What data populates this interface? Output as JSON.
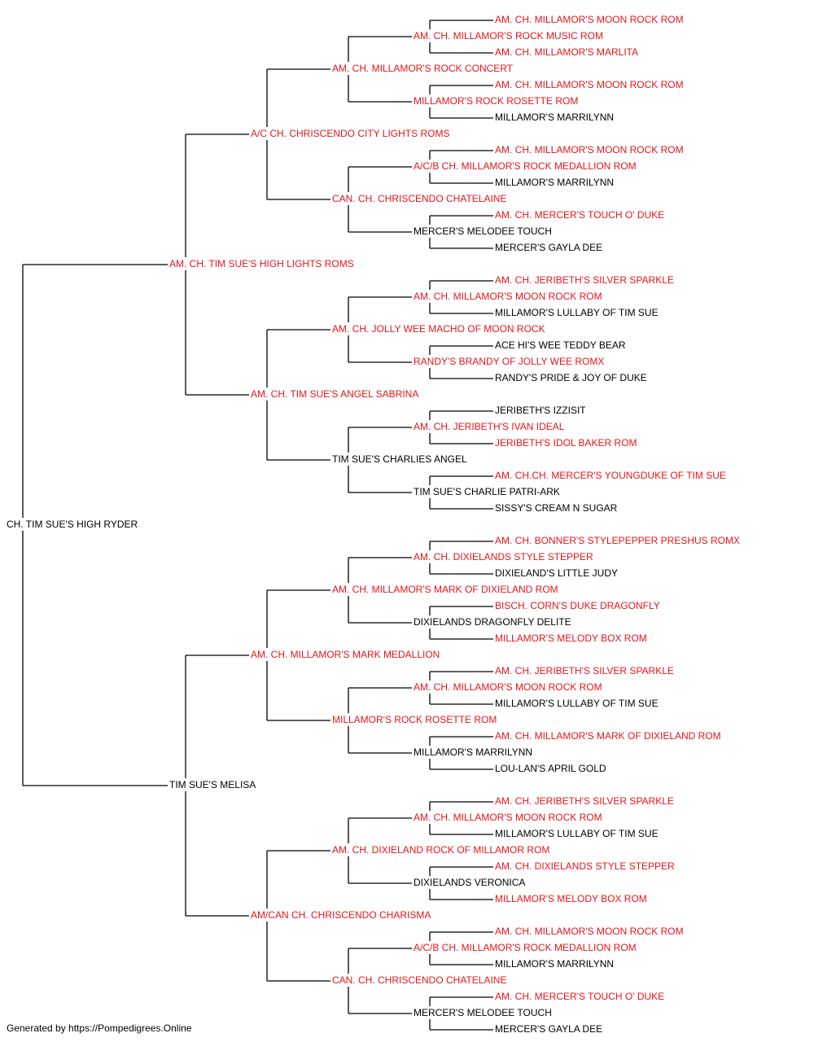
{
  "colors": {
    "titled": "#e8141a",
    "plain": "#000000",
    "line": "#000000"
  },
  "subject": {
    "name": "CH. TIM SUE'S HIGH RYDER",
    "titled": false
  },
  "sire": {
    "name": "AM. CH. TIM SUE'S HIGH LIGHTS ROMS",
    "titled": true
  },
  "dam": {
    "name": "TIM SUE'S MELISA",
    "titled": false
  },
  "gen3": [
    {
      "name": "A/C CH. CHRISCENDO CITY LIGHTS ROMS",
      "titled": true
    },
    {
      "name": "AM. CH. TIM SUE'S ANGEL SABRINA",
      "titled": true
    },
    {
      "name": "AM. CH. MILLAMOR'S MARK MEDALLION",
      "titled": true
    },
    {
      "name": "AM/CAN CH. CHRISCENDO CHARISMA",
      "titled": true
    }
  ],
  "gen4": [
    {
      "name": "AM. CH. MILLAMOR'S ROCK CONCERT",
      "titled": true
    },
    {
      "name": "CAN. CH. CHRISCENDO CHATELAINE",
      "titled": true
    },
    {
      "name": "AM. CH. JOLLY WEE MACHO OF MOON ROCK",
      "titled": true
    },
    {
      "name": "TIM SUE'S CHARLIES ANGEL",
      "titled": false
    },
    {
      "name": "AM. CH. MILLAMOR'S MARK OF DIXIELAND ROM",
      "titled": true
    },
    {
      "name": "MILLAMOR'S ROCK ROSETTE ROM",
      "titled": true
    },
    {
      "name": "AM. CH. DIXIELAND ROCK OF MILLAMOR ROM",
      "titled": true
    },
    {
      "name": "CAN. CH. CHRISCENDO CHATELAINE",
      "titled": true
    }
  ],
  "gen5": [
    {
      "name": "AM. CH. MILLAMOR'S ROCK MUSIC ROM",
      "titled": true
    },
    {
      "name": "MILLAMOR'S ROCK ROSETTE ROM",
      "titled": true
    },
    {
      "name": "A/C/B CH. MILLAMOR'S ROCK MEDALLION ROM",
      "titled": true
    },
    {
      "name": "MERCER'S MELODEE TOUCH",
      "titled": false
    },
    {
      "name": "AM. CH. MILLAMOR'S MOON ROCK ROM",
      "titled": true
    },
    {
      "name": "RANDY'S BRANDY OF JOLLY WEE ROMX",
      "titled": true
    },
    {
      "name": "AM. CH. JERIBETH'S IVAN IDEAL",
      "titled": true
    },
    {
      "name": "TIM SUE'S CHARLIE PATRI-ARK",
      "titled": false
    },
    {
      "name": "AM. CH. DIXIELANDS STYLE STEPPER",
      "titled": true
    },
    {
      "name": "DIXIELANDS DRAGONFLY DELITE",
      "titled": false
    },
    {
      "name": "AM. CH. MILLAMOR'S MOON ROCK ROM",
      "titled": true
    },
    {
      "name": "MILLAMOR'S MARRILYNN",
      "titled": false
    },
    {
      "name": "AM. CH. MILLAMOR'S MOON ROCK ROM",
      "titled": true
    },
    {
      "name": "DIXIELANDS VERONICA",
      "titled": false
    },
    {
      "name": "A/C/B CH. MILLAMOR'S ROCK MEDALLION ROM",
      "titled": true
    },
    {
      "name": "MERCER'S MELODEE TOUCH",
      "titled": false
    }
  ],
  "gen6": [
    {
      "name": "AM. CH. MILLAMOR'S MOON ROCK ROM",
      "titled": true
    },
    {
      "name": "AM. CH. MILLAMOR'S MARLITA",
      "titled": true
    },
    {
      "name": "AM. CH. MILLAMOR'S MOON ROCK ROM",
      "titled": true
    },
    {
      "name": "MILLAMOR'S MARRILYNN",
      "titled": false
    },
    {
      "name": "AM. CH. MILLAMOR'S MOON ROCK ROM",
      "titled": true
    },
    {
      "name": "MILLAMOR'S MARRILYNN",
      "titled": false
    },
    {
      "name": "AM. CH. MERCER'S TOUCH O' DUKE",
      "titled": true
    },
    {
      "name": "MERCER'S GAYLA DEE",
      "titled": false
    },
    {
      "name": "AM. CH. JERIBETH'S SILVER SPARKLE",
      "titled": true
    },
    {
      "name": "MILLAMOR'S LULLABY OF TIM SUE",
      "titled": false
    },
    {
      "name": "ACE HI'S WEE TEDDY BEAR",
      "titled": false
    },
    {
      "name": "RANDY'S PRIDE & JOY OF DUKE",
      "titled": false
    },
    {
      "name": "JERIBETH'S IZZISIT",
      "titled": false
    },
    {
      "name": "JERIBETH'S IDOL BAKER ROM",
      "titled": true
    },
    {
      "name": "AM. CH.CH. MERCER'S YOUNGDUKE OF TIM SUE",
      "titled": true
    },
    {
      "name": "SISSY'S CREAM N SUGAR",
      "titled": false
    },
    {
      "name": "AM. CH. BONNER'S STYLEPEPPER PRESHUS ROMX",
      "titled": true
    },
    {
      "name": "DIXIELAND'S LITTLE JUDY",
      "titled": false
    },
    {
      "name": "BISCH. CORN'S DUKE DRAGONFLY",
      "titled": true
    },
    {
      "name": "MILLAMOR'S MELODY BOX ROM",
      "titled": true
    },
    {
      "name": "AM. CH. JERIBETH'S SILVER SPARKLE",
      "titled": true
    },
    {
      "name": "MILLAMOR'S LULLABY OF TIM SUE",
      "titled": false
    },
    {
      "name": "AM. CH. MILLAMOR'S MARK OF DIXIELAND ROM",
      "titled": true
    },
    {
      "name": "LOU-LAN'S APRIL GOLD",
      "titled": false
    },
    {
      "name": "AM. CH. JERIBETH'S SILVER SPARKLE",
      "titled": true
    },
    {
      "name": "MILLAMOR'S LULLABY OF TIM SUE",
      "titled": false
    },
    {
      "name": "AM. CH. DIXIELANDS STYLE STEPPER",
      "titled": true
    },
    {
      "name": "MILLAMOR'S MELODY BOX ROM",
      "titled": true
    },
    {
      "name": "AM. CH. MILLAMOR'S MOON ROCK ROM",
      "titled": true
    },
    {
      "name": "MILLAMOR'S MARRILYNN",
      "titled": false
    },
    {
      "name": "AM. CH. MERCER'S TOUCH O' DUKE",
      "titled": true
    },
    {
      "name": "MERCER'S GAYLA DEE",
      "titled": false
    }
  ],
  "footer": "Generated by https://Pompedigrees.Online"
}
